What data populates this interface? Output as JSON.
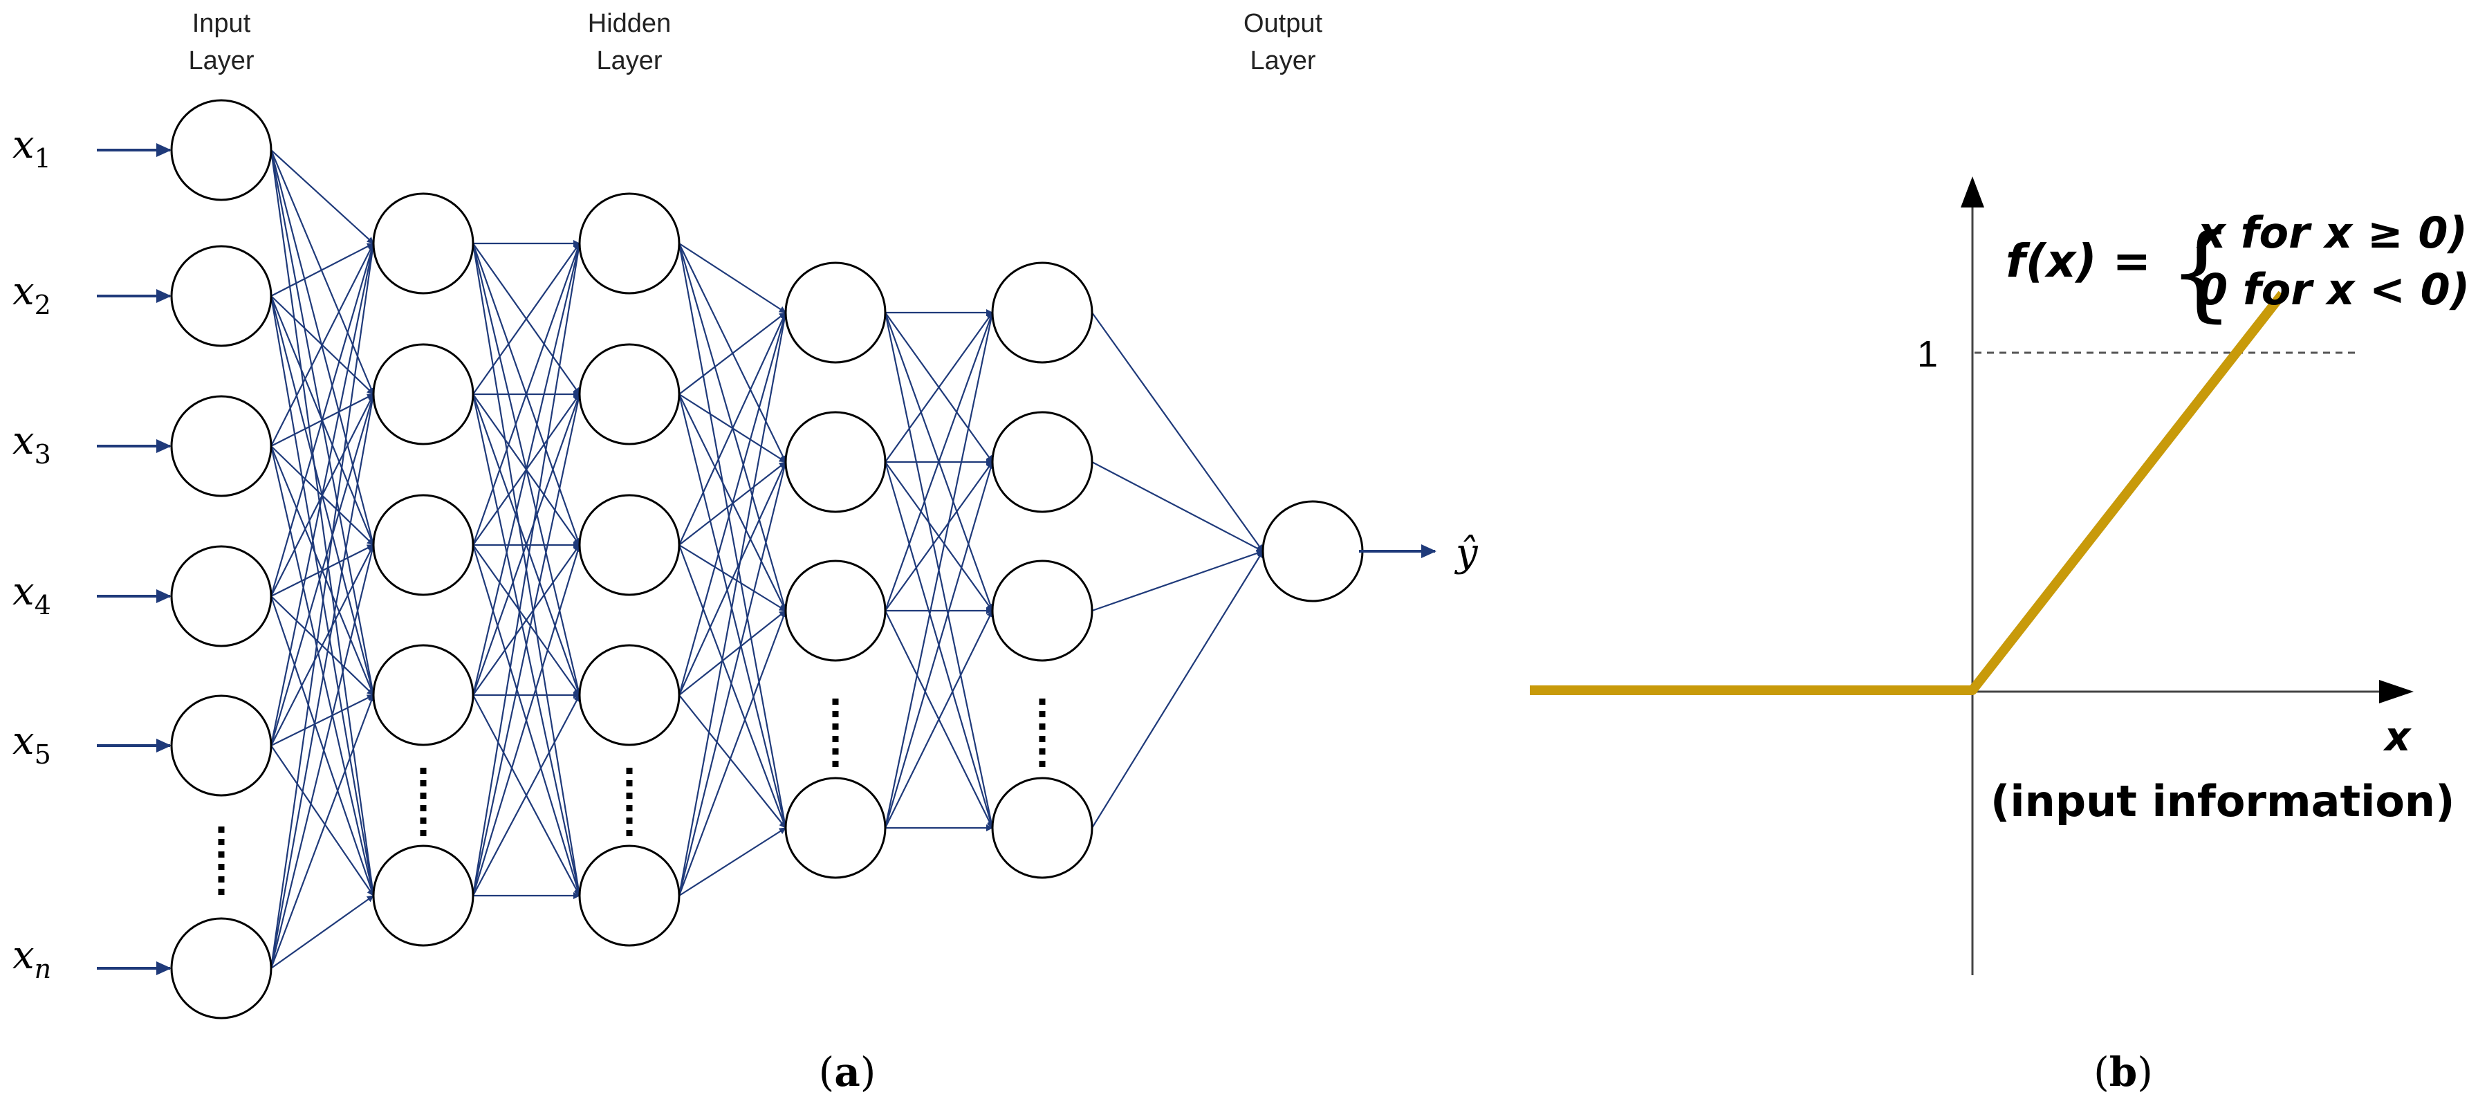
{
  "panel_a": {
    "caption_open": "(",
    "caption_letter": "a",
    "caption_close": ")",
    "headers": {
      "input_line1": "Input",
      "input_line2": "Layer",
      "hidden_line1": "Hidden",
      "hidden_line2": "Layer",
      "output_line1": "Output",
      "output_line2": "Layer"
    },
    "inputs": [
      {
        "var": "x",
        "sub": "1"
      },
      {
        "var": "x",
        "sub": "2"
      },
      {
        "var": "x",
        "sub": "3"
      },
      {
        "var": "x",
        "sub": "4"
      },
      {
        "var": "x",
        "sub": "5"
      },
      {
        "var": "x",
        "sub": "n"
      }
    ],
    "output_label": "ŷ",
    "colors": {
      "connection": "#1f3a7a",
      "node_stroke": "#000000",
      "ellipsis": "#000000"
    }
  },
  "panel_b": {
    "caption_open": "(",
    "caption_letter": "b",
    "caption_close": ")",
    "function_lhs": "f(x) =",
    "case_1": "x  for  x ≥ 0)",
    "case_2": "0  for  x < 0)",
    "reference_value": "1",
    "x_axis_var": "x",
    "x_axis_label": "(input information)",
    "colors": {
      "curve": "#c89a0a",
      "axis": "#000000",
      "dashed": "#555555"
    }
  }
}
